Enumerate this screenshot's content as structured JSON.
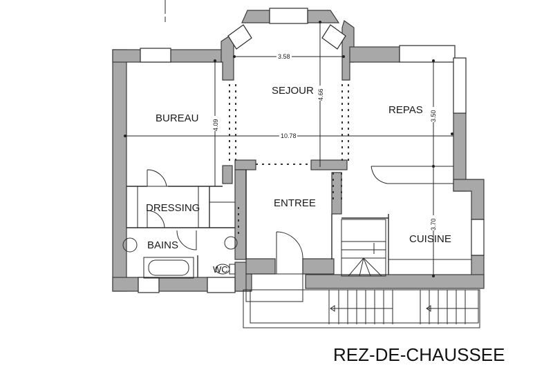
{
  "plan": {
    "title": "REZ-DE-CHAUSSEE",
    "rooms": {
      "bureau": "BUREAU",
      "sejour": "SEJOUR",
      "repas": "REPAS",
      "entree": "ENTREE",
      "dressing": "DRESSING",
      "bains": "BAINS",
      "wc": "WC",
      "cuisine": "CUISINE"
    },
    "dimensions": {
      "sejour_width": "3.58",
      "sejour_depth": "4.66",
      "bureau_depth": "4.09",
      "total_width": "10.78",
      "repas_depth": "3.50",
      "cuisine_depth": "3.70"
    },
    "colors": {
      "wall_fill": "#a8a8a8",
      "line": "#2a2a2a",
      "background": "#ffffff"
    }
  }
}
